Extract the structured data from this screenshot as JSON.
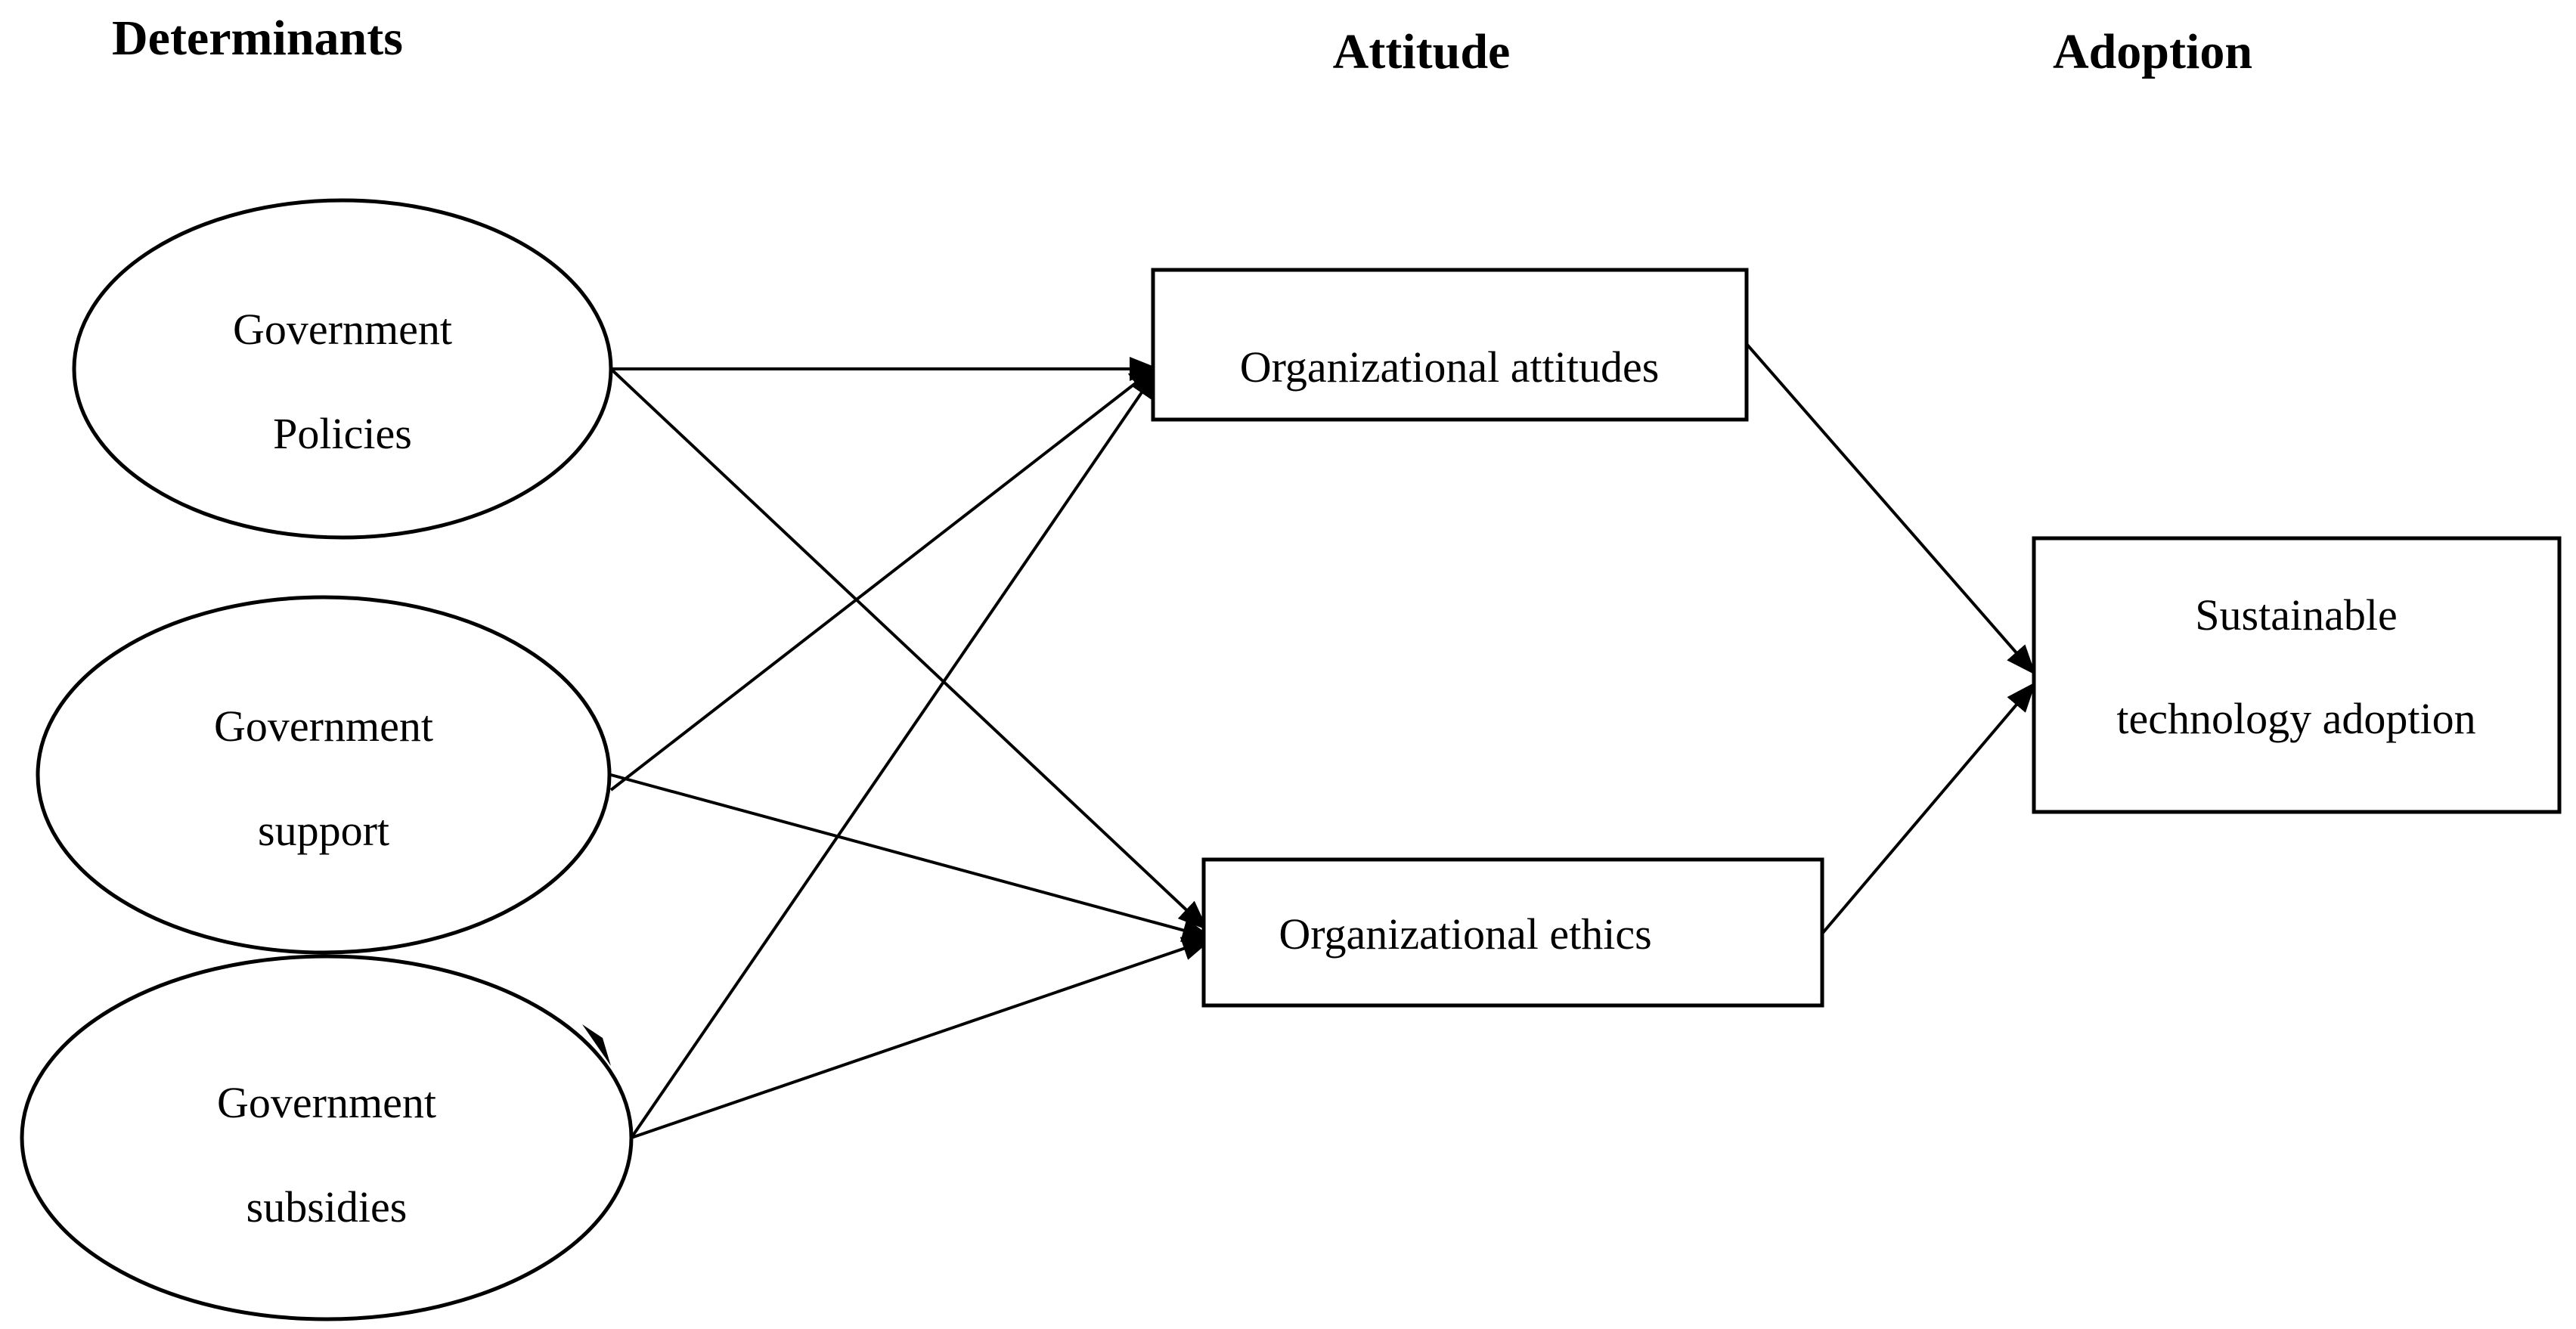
{
  "headings": {
    "determinants": "Determinants",
    "attitude": "Attitude",
    "adoption": "Adoption"
  },
  "nodes": {
    "government_policies": {
      "line1": "Government",
      "line2": "Policies"
    },
    "government_support": {
      "line1": "Government",
      "line2": "support"
    },
    "government_subsidies": {
      "line1": "Government",
      "line2": "subsidies"
    },
    "organizational_attitudes": {
      "label": "Organizational attitudes"
    },
    "organizational_ethics": {
      "label": "Organizational ethics"
    },
    "sustainable_technology_adoption": {
      "line1": "Sustainable",
      "line2": "technology adoption"
    }
  },
  "edges": [
    {
      "from": "government_policies",
      "to": "organizational_attitudes"
    },
    {
      "from": "government_policies",
      "to": "organizational_ethics"
    },
    {
      "from": "government_support",
      "to": "organizational_attitudes"
    },
    {
      "from": "government_support",
      "to": "organizational_ethics"
    },
    {
      "from": "government_subsidies",
      "to": "organizational_attitudes"
    },
    {
      "from": "government_subsidies",
      "to": "organizational_ethics"
    },
    {
      "from": "organizational_attitudes",
      "to": "sustainable_technology_adoption"
    },
    {
      "from": "organizational_ethics",
      "to": "sustainable_technology_adoption"
    }
  ]
}
